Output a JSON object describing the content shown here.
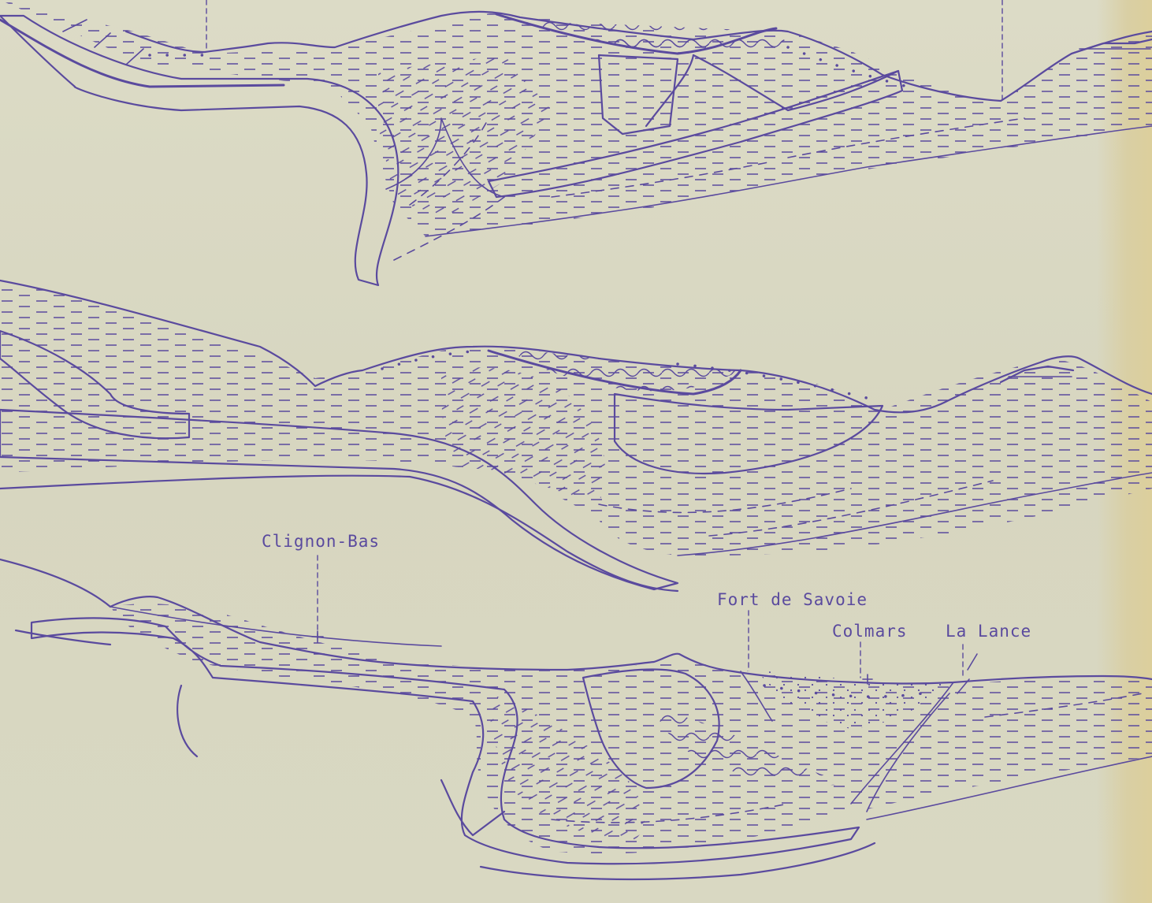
{
  "sections": [
    {
      "id": "section-1"
    },
    {
      "id": "section-2"
    },
    {
      "id": "section-3"
    }
  ],
  "localities": {
    "clignon_bas": "Clignon-Bas",
    "fort_de_savoie": "Fort de Savoie",
    "colmars": "Colmars",
    "la_lance": "La Lance"
  },
  "colors": {
    "ink": "#5a4a9e",
    "paper": "#d9d8c3"
  }
}
